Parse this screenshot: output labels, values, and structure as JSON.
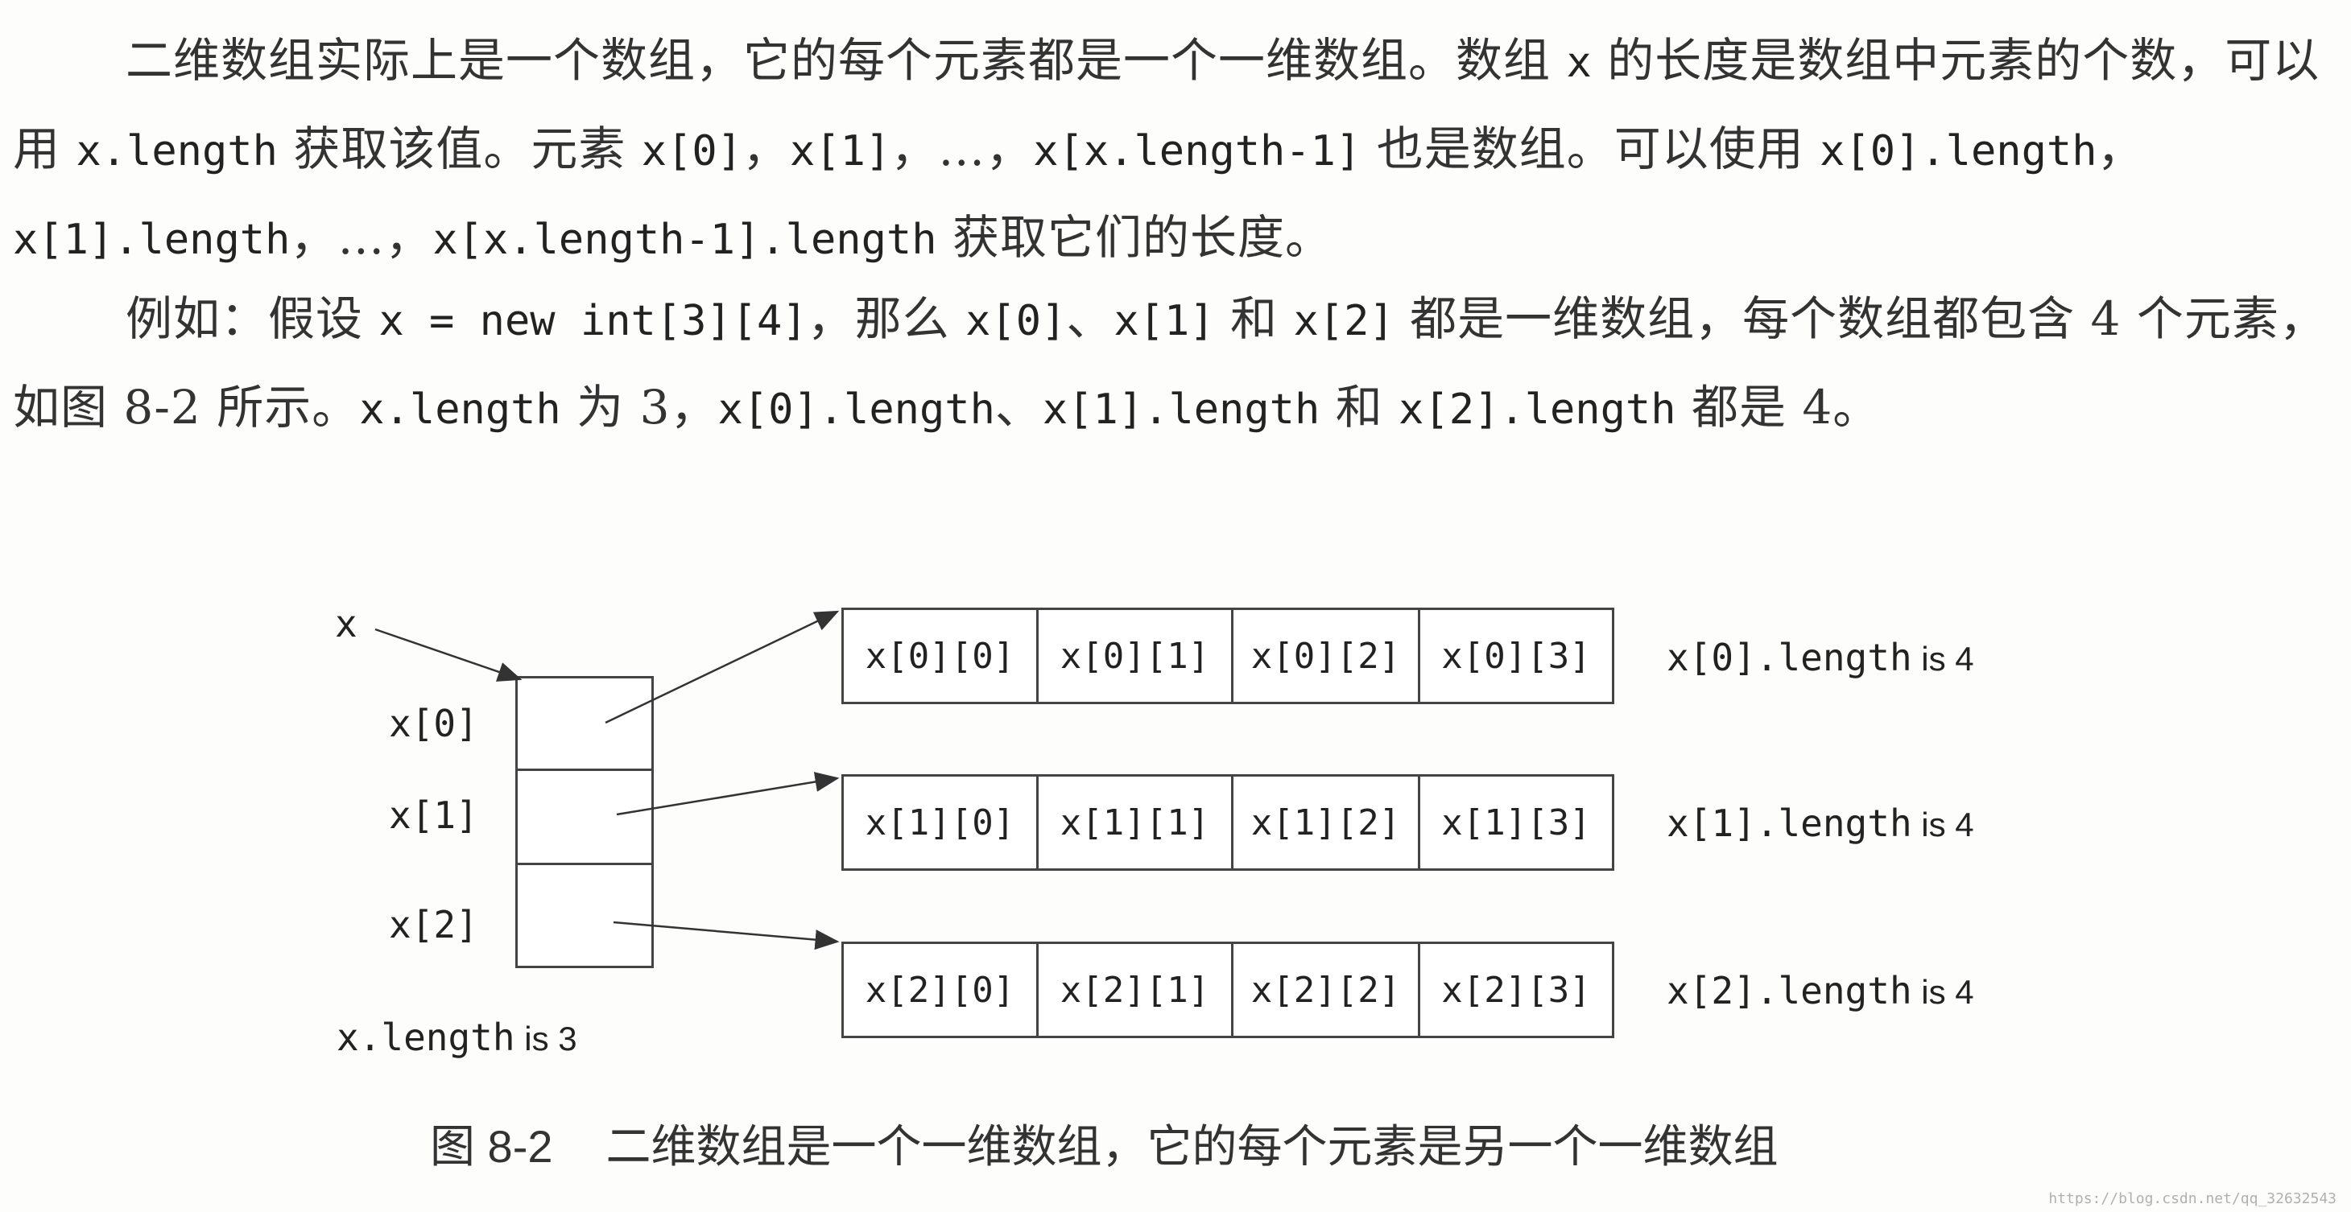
{
  "paragraph1": {
    "s1": "二维数组实际上是一个数组，它的每个元素都是一个一维数组。数组 ",
    "c1": "x",
    "s2": " 的长度是数组中元素的个数，可以用 ",
    "c2": "x.length",
    "s3": " 获取该值。元素 ",
    "c3": "x[0]",
    "s4": "，",
    "c4": "x[1]",
    "s5": "，…，",
    "c5": "x[x.length-1]",
    "s6": " 也是数组。可以使用 ",
    "c6": "x[0].length",
    "s7": "，",
    "c7": "x[1].length",
    "s8": "，…，",
    "c8": "x[x.length-1].length",
    "s9": " 获取它们的长度。"
  },
  "paragraph2": {
    "s1": "例如：假设 ",
    "c1": "x = new int[3][4]",
    "s2": "，那么 ",
    "c2": "x[0]",
    "s3": "、",
    "c3": "x[1]",
    "s4": " 和 ",
    "c4": "x[2]",
    "s5": " 都是一维数组，每个数组都包含 4 个元素，如图 8-2 所示。",
    "c5": "x.length",
    "s6": " 为 3，",
    "c6": "x[0].length",
    "s7": "、",
    "c7": "x[1].length",
    "s8": " 和 ",
    "c8": "x[2].length",
    "s9": " 都是 4。"
  },
  "figure": {
    "x_label": "x",
    "row_labels": [
      "x[0]",
      "x[1]",
      "x[2]"
    ],
    "length_label": {
      "code": "x.length",
      "suffix": " is 3"
    },
    "rows": [
      {
        "cells": [
          "x[0][0]",
          "x[0][1]",
          "x[0][2]",
          "x[0][3]"
        ],
        "length_code": "x[0].length",
        "length_suffix": " is 4"
      },
      {
        "cells": [
          "x[1][0]",
          "x[1][1]",
          "x[1][2]",
          "x[1][3]"
        ],
        "length_code": "x[1].length",
        "length_suffix": " is 4"
      },
      {
        "cells": [
          "x[2][0]",
          "x[2][1]",
          "x[2][2]",
          "x[2][3]"
        ],
        "length_code": "x[2].length",
        "length_suffix": " is 4"
      }
    ],
    "caption_number": "图 8-2",
    "caption_text": "二维数组是一个一维数组，它的每个元素是另一个一维数组"
  },
  "watermark": "https://blog.csdn.net/qq_32632543",
  "colors": {
    "text": "#333333",
    "line": "#444444",
    "background": "#fdfdfc"
  }
}
